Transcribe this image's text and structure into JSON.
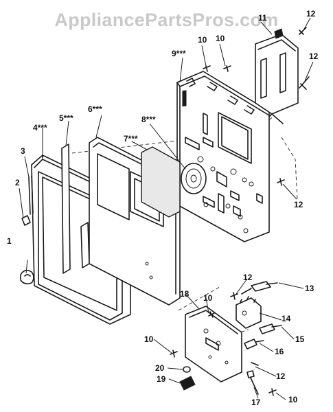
{
  "watermark": "AppliancePartsPros.com",
  "callouts": [
    {
      "id": "c1",
      "text": "1"
    },
    {
      "id": "c2",
      "text": "2"
    },
    {
      "id": "c3",
      "text": "3"
    },
    {
      "id": "c4",
      "text": "4***"
    },
    {
      "id": "c5",
      "text": "5***"
    },
    {
      "id": "c6",
      "text": "6***"
    },
    {
      "id": "c7",
      "text": "7***"
    },
    {
      "id": "c8",
      "text": "8***"
    },
    {
      "id": "c9",
      "text": "9***"
    },
    {
      "id": "c10a",
      "text": "10"
    },
    {
      "id": "c10b",
      "text": "10"
    },
    {
      "id": "c11",
      "text": "11"
    },
    {
      "id": "c12a",
      "text": "12"
    },
    {
      "id": "c12b",
      "text": "12"
    },
    {
      "id": "c12c",
      "text": "12"
    },
    {
      "id": "c12d",
      "text": "12"
    },
    {
      "id": "c10c",
      "text": "10"
    },
    {
      "id": "c13",
      "text": "13"
    },
    {
      "id": "c14",
      "text": "14"
    },
    {
      "id": "c15",
      "text": "15"
    },
    {
      "id": "c16",
      "text": "16"
    },
    {
      "id": "c18",
      "text": "18"
    },
    {
      "id": "c10d",
      "text": "10"
    },
    {
      "id": "c20",
      "text": "20"
    },
    {
      "id": "c19",
      "text": "19"
    },
    {
      "id": "c12e",
      "text": "12"
    },
    {
      "id": "c17",
      "text": "17"
    },
    {
      "id": "c10e",
      "text": "10"
    }
  ]
}
